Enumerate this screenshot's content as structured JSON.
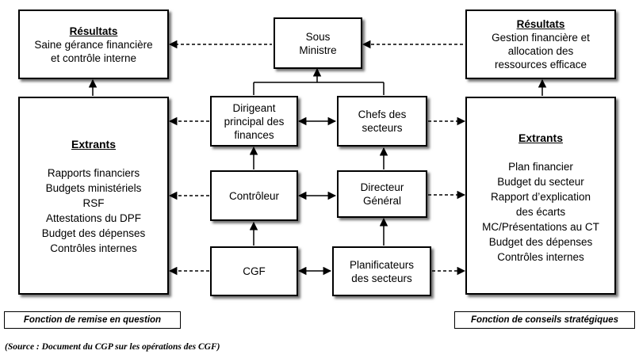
{
  "diagram": {
    "results_left": {
      "title": "Résultats",
      "lines": [
        "Saine gérance financière",
        "et contrôle interne"
      ]
    },
    "results_right": {
      "title": "Résultats",
      "lines": [
        "Gestion financière et",
        "allocation des",
        "ressources efficace"
      ]
    },
    "sous_ministre": {
      "lines": [
        "Sous",
        "Ministre"
      ]
    },
    "dpf": {
      "lines": [
        "Dirigeant",
        "principal des",
        "finances"
      ]
    },
    "chefs": {
      "lines": [
        "Chefs des",
        "secteurs"
      ]
    },
    "controleur": {
      "lines": [
        "Contrôleur"
      ]
    },
    "directeur": {
      "lines": [
        "Directeur",
        "Général"
      ]
    },
    "cgf": {
      "lines": [
        "CGF"
      ]
    },
    "planificateurs": {
      "lines": [
        "Planificateurs",
        "des secteurs"
      ]
    },
    "extrants_left": {
      "title": "Extrants",
      "items": [
        "Rapports financiers",
        "Budgets ministériels",
        "RSF",
        "Attestations du DPF",
        "Budget des dépenses",
        "Contrôles internes"
      ]
    },
    "extrants_right": {
      "title": "Extrants",
      "items": [
        "Plan financier",
        "Budget du secteur",
        "Rapport d’explication",
        "des écarts",
        "MC/Présentations au CT",
        "Budget des dépenses",
        "Contrôles internes"
      ]
    },
    "label_left": "Fonction de remise en question",
    "label_right": "Fonction de conseils stratégiques",
    "source": "(Source : Document du CGP sur les opérations des CGF)"
  }
}
